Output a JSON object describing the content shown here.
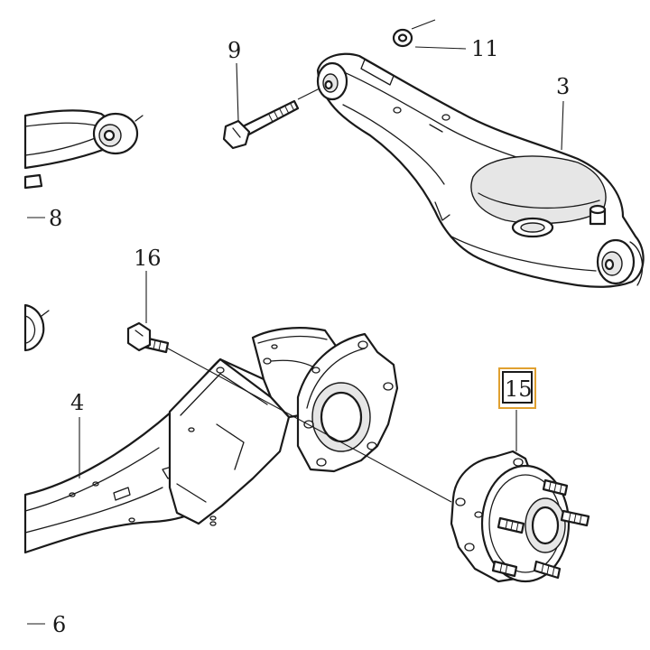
{
  "callouts": {
    "c3": "3",
    "c4": "4",
    "c6": "6",
    "c8": "8",
    "c9": "9",
    "c11": "11",
    "c15": "15",
    "c16": "16"
  },
  "colors": {
    "line": "#1a1a1a",
    "highlight_box": "#e0a030",
    "shade": "#e6e6e6"
  }
}
